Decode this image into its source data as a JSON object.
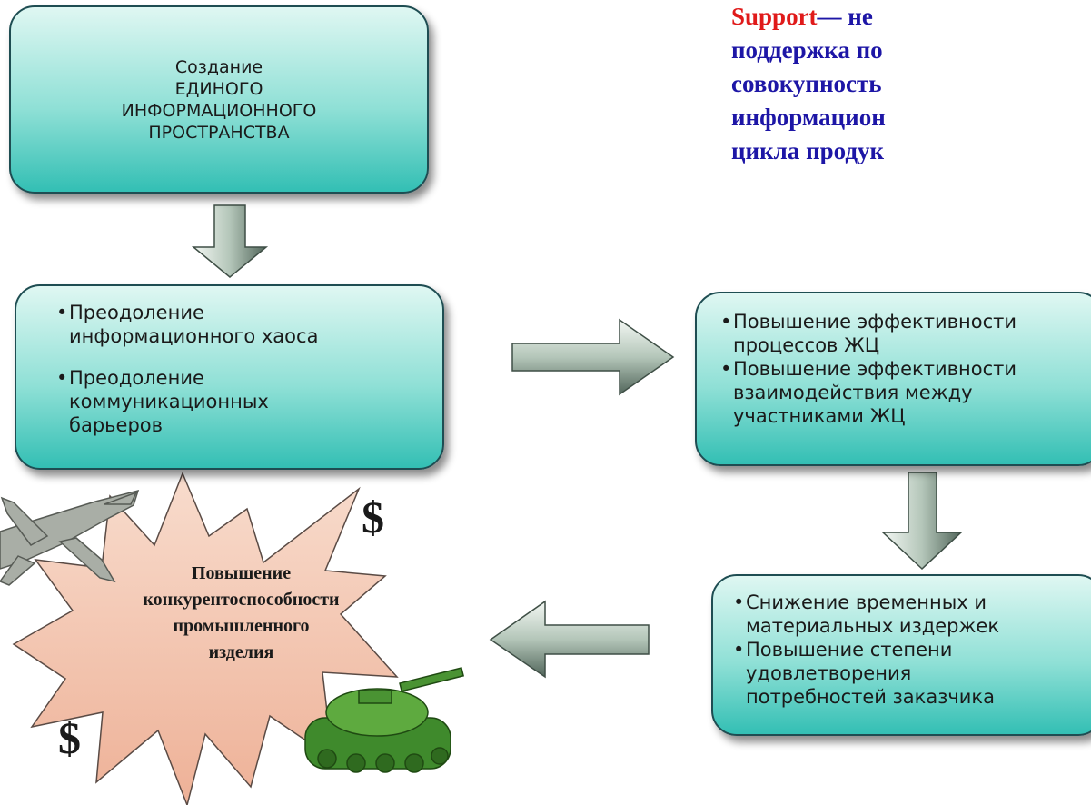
{
  "headline": {
    "term": "Support",
    "lines": [
      "— не",
      "поддержка по",
      "совокупность",
      "информацион",
      "цикла продук"
    ]
  },
  "top_box": {
    "lines": [
      "Создание",
      "ЕДИНОГО",
      "ИНФОРМАЦИОННОГО",
      "ПРОСТРАНСТВА"
    ]
  },
  "left_box": {
    "items": [
      "Преодоление информационного хаоса",
      "Преодоление коммуникационных барьеров"
    ]
  },
  "right_top_box": {
    "items": [
      "Повышение эффективности процессов ЖЦ",
      "Повышение эффективности взаимодействия между участниками ЖЦ"
    ]
  },
  "right_bottom_box": {
    "items": [
      "Снижение временных и материальных издержек",
      "Повышение степени удовлетворения потребностей заказчика"
    ]
  },
  "star": {
    "lines": [
      "Повышение",
      "конкурентоспособности",
      "промышленного",
      "изделия"
    ]
  },
  "dollar_sign": "$",
  "colors": {
    "box_top": "#dff7f2",
    "box_bottom": "#33bfb4",
    "arrow_light": "#e7efe9",
    "arrow_dark": "#61766b",
    "star_fill": "#f3c2ad",
    "headline_text": "#1d16a6",
    "headline_term": "#e01a1a"
  },
  "icons": [
    "fighter-jet-icon",
    "tank-icon"
  ]
}
